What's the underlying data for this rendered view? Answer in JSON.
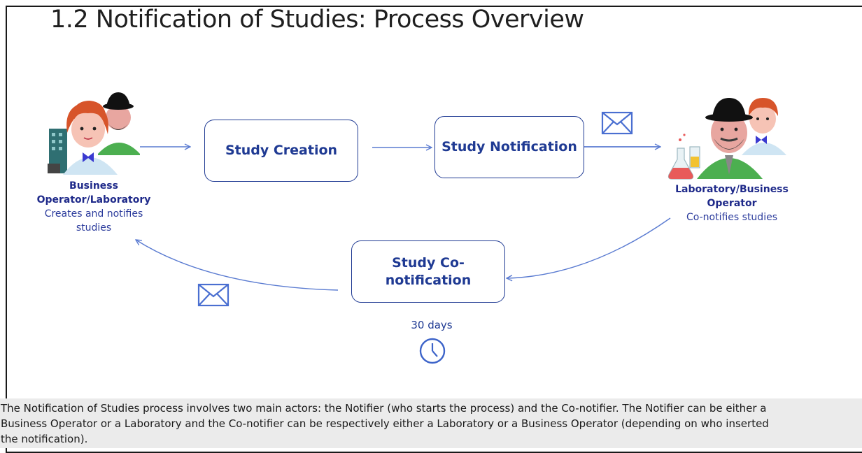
{
  "title": "1.2 Notification of Studies: Process Overview",
  "boxes": {
    "study_creation": "Study Creation",
    "study_notification": "Study Notification",
    "study_co_notification": "Study Co-notification"
  },
  "actors": {
    "left": {
      "role": "Business Operator/Laboratory",
      "description": "Creates and notifies studies"
    },
    "right": {
      "role": "Laboratory/Business Operator",
      "description": "Co-notifies studies"
    }
  },
  "timer": {
    "label": "30 days",
    "icon": "clock-icon"
  },
  "icons": [
    "envelope-icon",
    "business-people-icon",
    "laboratory-people-icon",
    "building-icon",
    "flask-icon",
    "clock-icon"
  ],
  "colors": {
    "accent": "#1f3a93",
    "arrow": "#5a7bd1",
    "footer_bg": "#ebebeb"
  },
  "footer": {
    "line1": "The Notification of Studies process involves two main actors: the Notifier (who starts the process) and the Co-notifier. The Notifier can be either a",
    "line2": "Business Operator or a Laboratory and the Co-notifier can be respectively either a Laboratory or a Business Operator (depending on who inserted",
    "line3": "the notification)."
  }
}
